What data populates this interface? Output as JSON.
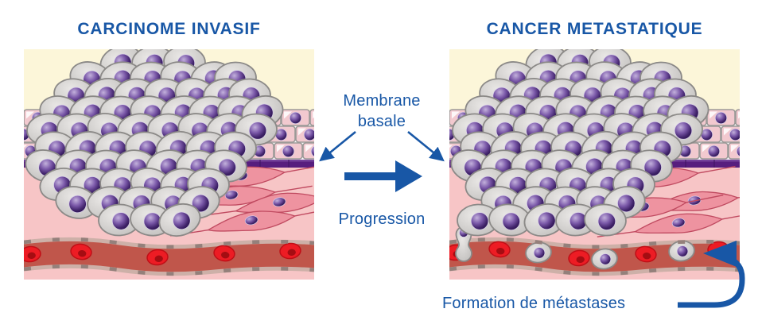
{
  "diagram": {
    "left_panel": {
      "title": "CARCINOME INVASIF"
    },
    "right_panel": {
      "title": "CANCER METASTATIQUE"
    },
    "labels": {
      "membrane_line1": "Membrane",
      "membrane_line2": "basale",
      "progression": "Progression",
      "metastases": "Formation de métastases"
    },
    "icons": {
      "membrane_pointer_left": "thin-arrow-down-left",
      "membrane_pointer_right": "thin-arrow-down-right",
      "progression_arrow": "thick-arrow-right",
      "metastases_arrow": "curved-arrow-into-vessel"
    },
    "colors": {
      "accent_blue": "#1857A6",
      "cream_epidermis": "#FCF6D9",
      "epithelium_pink": "#F2C9CF",
      "brick_border": "#9C9A98",
      "basal_membrane_purple": "#571E7E",
      "stroma_pink": "#F7C5C6",
      "tumor_cell_gray": "#D4D2D0",
      "tumor_cell_border": "#8B8987",
      "nucleus_purple": "#3A1F63",
      "fibroblast_pink": "#EE93A0",
      "fibroblast_border": "#C04A60",
      "vessel_red": "#C0564B",
      "vessel_wall_tan": "#CDB0A8",
      "vessel_wall_dash": "#94807B",
      "rbc_red": "#ED1C24",
      "page_background": "#FFFFFF"
    }
  }
}
